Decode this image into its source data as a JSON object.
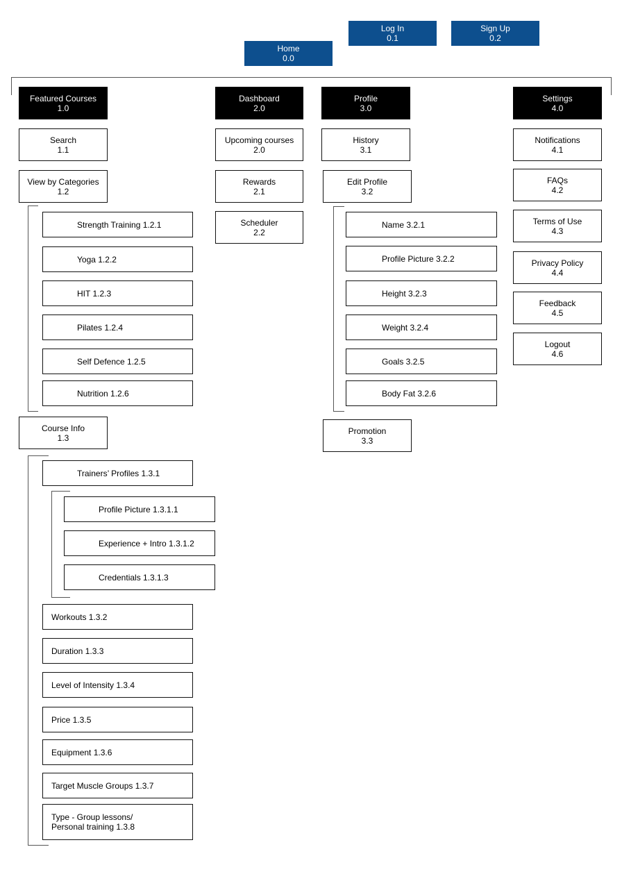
{
  "top": {
    "home": {
      "label": "Home",
      "code": "0.0"
    },
    "login": {
      "label": "Log In",
      "code": "0.1"
    },
    "signup": {
      "label": "Sign Up",
      "code": "0.2"
    }
  },
  "col1": {
    "header": {
      "label": "Featured Courses",
      "code": "1.0"
    },
    "search": {
      "label": "Search",
      "code": "1.1"
    },
    "categories": {
      "label": "View by Categories",
      "code": "1.2"
    },
    "category_items": [
      "Strength Training 1.2.1",
      "Yoga 1.2.2",
      "HIT 1.2.3",
      "Pilates 1.2.4",
      "Self Defence 1.2.5",
      "Nutrition 1.2.6"
    ],
    "course_info": {
      "label": "Course Info",
      "code": "1.3"
    },
    "trainers": "Trainers’ Profiles 1.3.1",
    "trainer_items": [
      "Profile Picture 1.3.1.1",
      "Experience + Intro 1.3.1.2",
      "Credentials 1.3.1.3"
    ],
    "course_items": [
      "Workouts 1.3.2",
      "Duration 1.3.3",
      "Level of Intensity 1.3.4",
      "Price 1.3.5",
      "Equipment 1.3.6",
      "Target Muscle Groups 1.3.7"
    ],
    "type_item": {
      "line1": "Type - Group lessons/",
      "line2": "Personal training 1.3.8"
    }
  },
  "col2": {
    "header": {
      "label": "Dashboard",
      "code": "2.0"
    },
    "upcoming": {
      "label": "Upcoming courses",
      "code": "2.0"
    },
    "rewards": {
      "label": "Rewards",
      "code": "2.1"
    },
    "scheduler": {
      "label": "Scheduler",
      "code": "2.2"
    }
  },
  "col3": {
    "header": {
      "label": "Profile",
      "code": "3.0"
    },
    "history": {
      "label": "History",
      "code": "3.1"
    },
    "edit": {
      "label": "Edit Profile",
      "code": "3.2"
    },
    "edit_items": [
      "Name 3.2.1",
      "Profile Picture 3.2.2",
      "Height 3.2.3",
      "Weight 3.2.4",
      "Goals 3.2.5",
      "Body Fat 3.2.6"
    ],
    "promotion": {
      "label": "Promotion",
      "code": "3.3"
    }
  },
  "col4": {
    "header": {
      "label": "Settings",
      "code": "4.0"
    },
    "items": [
      {
        "label": "Notifications",
        "code": "4.1"
      },
      {
        "label": "FAQs",
        "code": "4.2"
      },
      {
        "label": "Terms of Use",
        "code": "4.3"
      },
      {
        "label": "Privacy Policy",
        "code": "4.4"
      },
      {
        "label": "Feedback",
        "code": "4.5"
      },
      {
        "label": "Logout",
        "code": "4.6"
      }
    ]
  },
  "colors": {
    "header_black": "#000000",
    "top_blue": "#0d4f8e"
  }
}
